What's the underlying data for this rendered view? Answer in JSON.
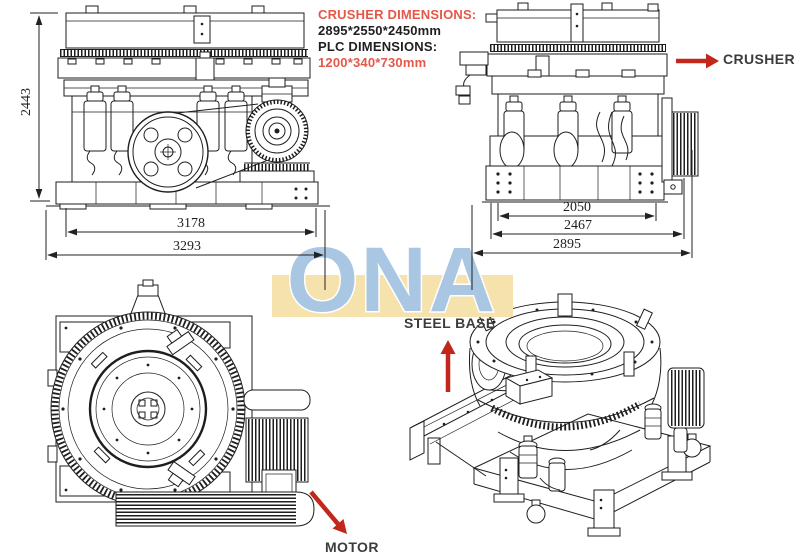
{
  "specs": {
    "crusher_label": "CRUSHER DIMENSIONS:",
    "crusher_value": "2895*2550*2450mm",
    "plc_label": "PLC DIMENSIONS:",
    "plc_value": "1200*340*730mm"
  },
  "callouts": {
    "crusher": "CRUSHER",
    "steel_base": "STEEL BASE",
    "motor": "MOTOR"
  },
  "dimensions": {
    "front_view": {
      "height": "2443",
      "width_inner": "3178",
      "width_outer": "3293"
    },
    "side_view": {
      "width_inner": "2050",
      "width_mid": "2467",
      "width_outer": "2895"
    }
  },
  "watermark": {
    "text": "ONA"
  },
  "colors": {
    "label_red": "#e4584a",
    "arrow_red": "#c1271b",
    "text_dark": "#1f1f1f",
    "line_color": "#1e1e1e",
    "watermark_blue": "#a9c6e3",
    "watermark_yellow": "#f6e2ac"
  }
}
